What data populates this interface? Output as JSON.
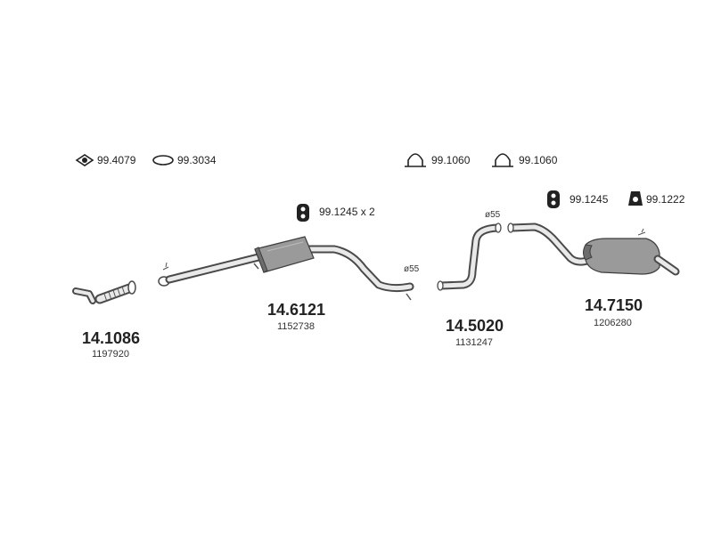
{
  "accessories": {
    "gasket_ring": "99.4079",
    "seal_ring": "99.3034",
    "clamp_1": "99.1060",
    "clamp_2": "99.1060",
    "hanger_x2": "99.1245 x 2",
    "hanger_rear": "99.1245",
    "rubber_mount": "99.1222"
  },
  "parts": [
    {
      "number": "14.1086",
      "oem": "1197920"
    },
    {
      "number": "14.6121",
      "oem": "1152738"
    },
    {
      "number": "14.5020",
      "oem": "1131247"
    },
    {
      "number": "14.7150",
      "oem": "1206280"
    }
  ],
  "diameters": {
    "front": "ø55",
    "rear": "ø55"
  },
  "icons": {
    "gasket_ring": "flange-gasket-icon",
    "seal_ring": "o-ring-icon",
    "clamp": "u-clamp-icon",
    "hanger": "rubber-hanger-icon",
    "rubber_mount": "rubber-mount-icon"
  }
}
